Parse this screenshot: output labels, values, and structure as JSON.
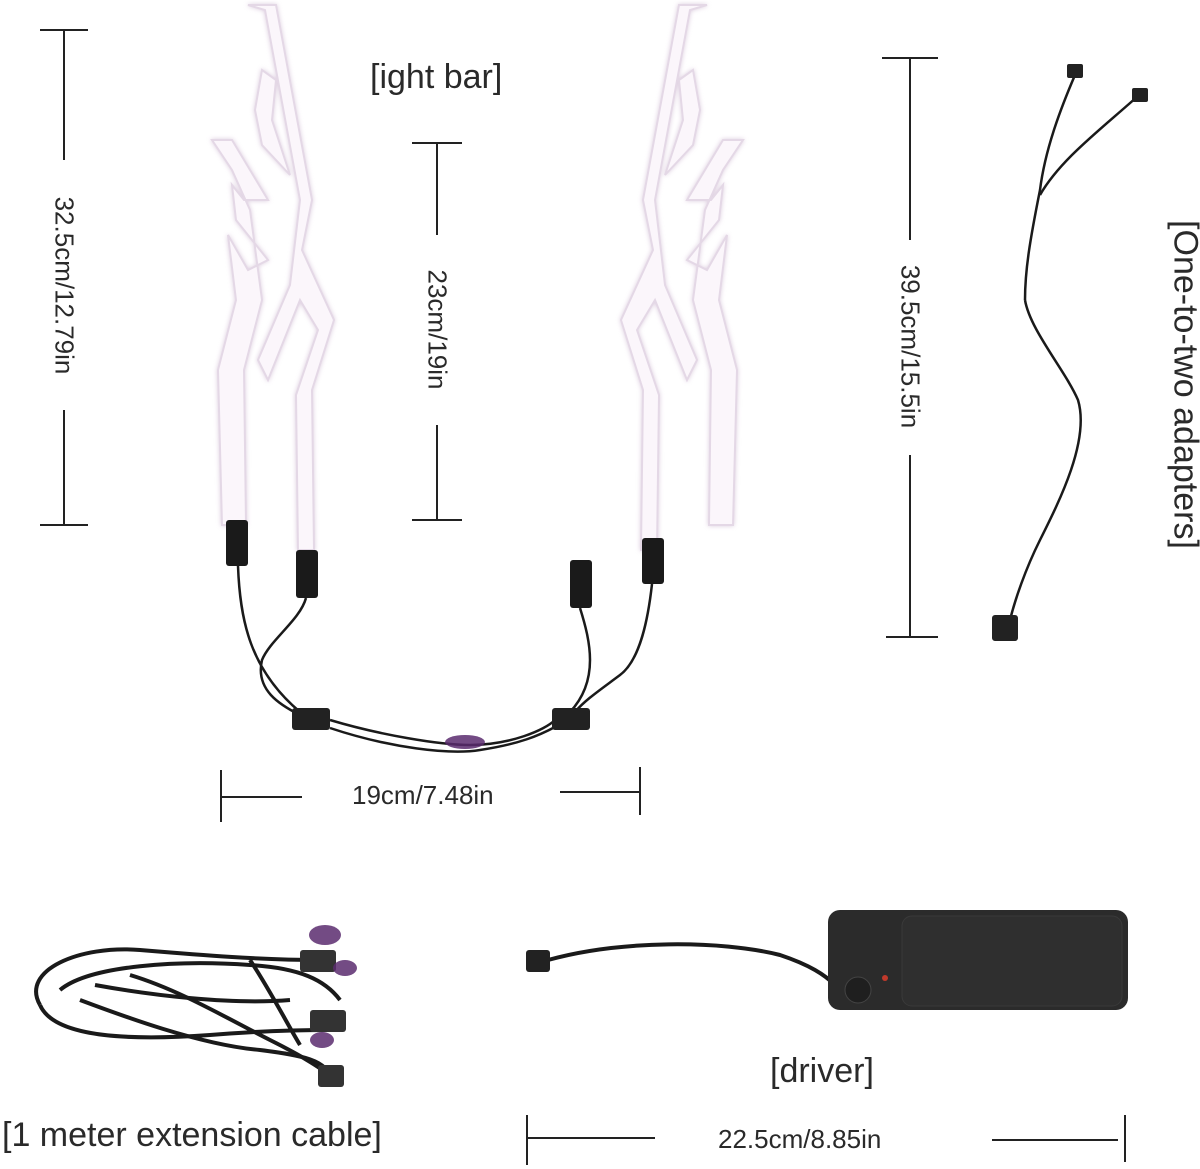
{
  "labels": {
    "light_bar": "[ight bar]",
    "adapters": "[One-to-two adapters]",
    "driver": "[driver]",
    "extension": "[1 meter extension cable]"
  },
  "dimensions": {
    "light_bar_height": "32.5cm/12.79in",
    "light_bar_inner": "23cm/19in",
    "light_bar_width": "19cm/7.48in",
    "adapter_length": "39.5cm/15.5in",
    "driver_length": "22.5cm/8.85in"
  },
  "colors": {
    "background": "#ffffff",
    "bar_fill": "#fbf6fb",
    "bar_edge": "#e4d8e6",
    "cable": "#1a1a1a",
    "accent_purple": "#5a2c6e",
    "driver_body": "#2b2b2b",
    "led": "#c0392b"
  }
}
